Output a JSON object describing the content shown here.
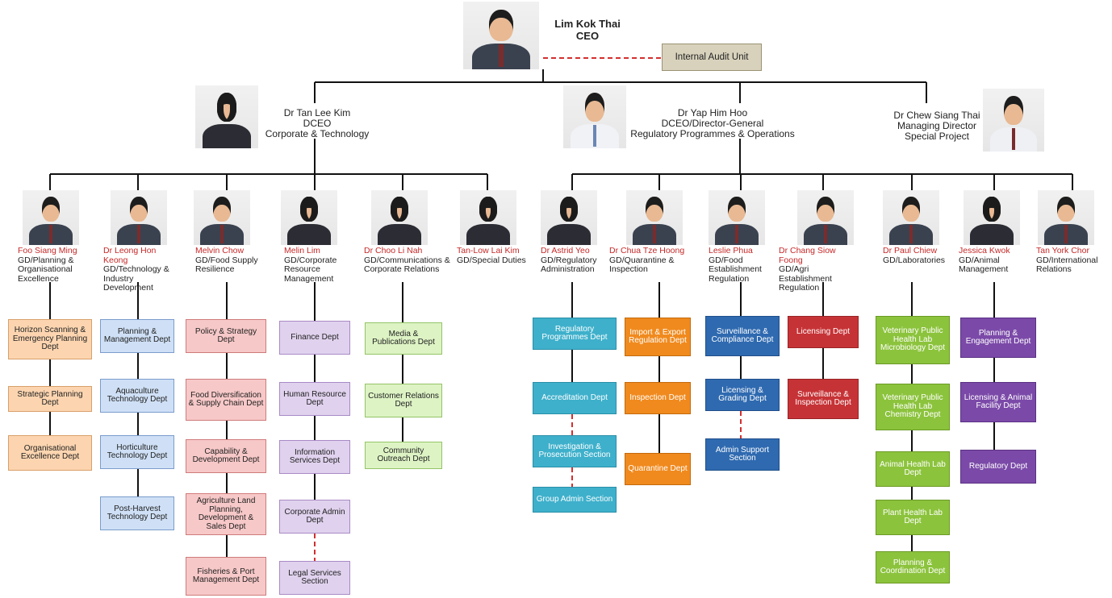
{
  "ceo": {
    "name": "Lim Kok Thai",
    "title": "CEO"
  },
  "internal_audit": "Internal Audit Unit",
  "executives": {
    "corporate": {
      "name": "Dr Tan Lee Kim",
      "title": "DCEO",
      "area": "Corporate & Technology"
    },
    "regulatory": {
      "name": "Dr Yap Him Hoo",
      "title": "DCEO/Director-General",
      "area": "Regulatory Programmes & Operations"
    },
    "special": {
      "name": "Dr Chew Siang Thai",
      "title": "Managing Director",
      "area": "Special Project"
    }
  },
  "groups": [
    {
      "name": "Foo Siang Ming",
      "role": "GD/Planning & Organisational Excellence",
      "depts": [
        "Horizon Scanning & Emergency Planning Dept",
        "Strategic Planning Dept",
        "Organisational Excellence Dept"
      ]
    },
    {
      "name": "Dr Leong Hon Keong",
      "role": "GD/Technology & Industry Development",
      "depts": [
        "Planning & Management Dept",
        "Aquaculture Technology Dept",
        "Horticulture Technology Dept",
        "Post-Harvest Technology Dept"
      ]
    },
    {
      "name": "Melvin Chow",
      "role": "GD/Food Supply Resilience",
      "depts": [
        "Policy & Strategy Dept",
        "Food Diversification & Supply Chain Dept",
        "Capability & Development Dept",
        "Agriculture Land Planning, Development & Sales Dept",
        "Fisheries & Port Management Dept"
      ]
    },
    {
      "name": "Melin Lim",
      "role": "GD/Corporate Resource Management",
      "depts": [
        "Finance Dept",
        "Human Resource Dept",
        "Information Services Dept",
        "Corporate Admin Dept",
        "Legal Services Section"
      ]
    },
    {
      "name": "Dr Choo Li Nah",
      "role": "GD/Communications & Corporate Relations",
      "depts": [
        "Media & Publications Dept",
        "Customer Relations Dept",
        "Community Outreach Dept"
      ]
    },
    {
      "name": "Tan-Low Lai Kim",
      "role": "GD/Special Duties",
      "depts": []
    },
    {
      "name": "Dr Astrid Yeo",
      "role": "GD/Regulatory Administration",
      "depts": [
        "Regulatory Programmes Dept",
        "Accreditation Dept",
        "Investigation & Prosecution Section",
        "Group Admin Section"
      ]
    },
    {
      "name": "Dr Chua Tze Hoong",
      "role": "GD/Quarantine & Inspection",
      "depts": [
        "Import & Export Regulation Dept",
        "Inspection Dept",
        "Quarantine Dept"
      ]
    },
    {
      "name": "Leslie Phua",
      "role": "GD/Food Establishment Regulation",
      "depts": [
        "Surveillance & Compliance Dept",
        "Licensing & Grading Dept",
        "Admin Support Section"
      ]
    },
    {
      "name": "Dr Chang Siow Foong",
      "role": "GD/Agri Establishment Regulation",
      "depts": [
        "Licensing Dept",
        "Surveillance & Inspection Dept"
      ]
    },
    {
      "name": "Dr Paul Chiew",
      "role": "GD/Laboratories",
      "depts": [
        "Veterinary Public Health Lab Microbiology Dept",
        "Veterinary Public Health Lab Chemistry Dept",
        "Animal Health Lab Dept",
        "Plant Health Lab Dept",
        "Planning & Coordination Dept"
      ]
    },
    {
      "name": "Jessica Kwok",
      "role": "GD/Animal Management",
      "depts": [
        "Planning & Engagement Dept",
        "Licensing & Animal Facility Dept",
        "Regulatory Dept"
      ]
    },
    {
      "name": "Tan York Chor",
      "role": "GD/International Relations",
      "depts": []
    }
  ],
  "colors": {
    "link_line": "#111111",
    "dashed_link": "#d32f2f",
    "name_text": "#c62828"
  }
}
